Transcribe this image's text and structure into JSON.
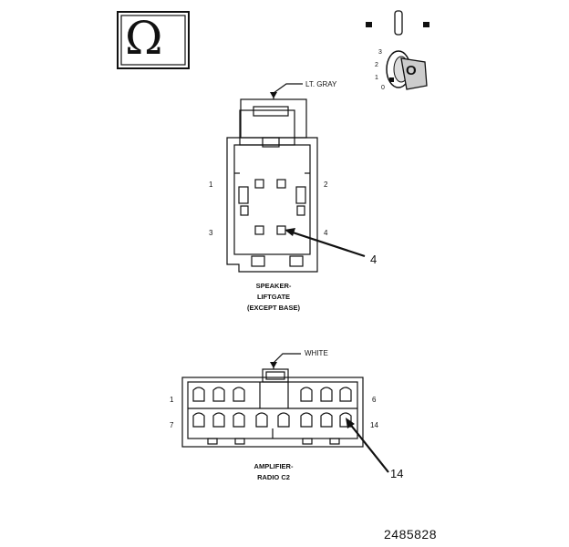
{
  "omega_symbol": "Ω",
  "switch_icon": {
    "key_letter": "O",
    "positions": [
      "3",
      "2",
      "1",
      "0"
    ]
  },
  "speaker_connector": {
    "color_label": "LT. GRAY",
    "pins": {
      "p1": "1",
      "p2": "2",
      "p3": "3",
      "p4": "4"
    },
    "callout": "4",
    "caption": [
      "SPEAKER-",
      "LIFTGATE",
      "(EXCEPT BASE)"
    ]
  },
  "amplifier_connector": {
    "color_label": "WHITE",
    "pins": {
      "p1": "1",
      "p6": "6",
      "p7": "7",
      "p14": "14"
    },
    "callout": "14",
    "caption": [
      "AMPLIFIER-",
      "RADIO C2"
    ]
  },
  "figure_number": "2485828"
}
